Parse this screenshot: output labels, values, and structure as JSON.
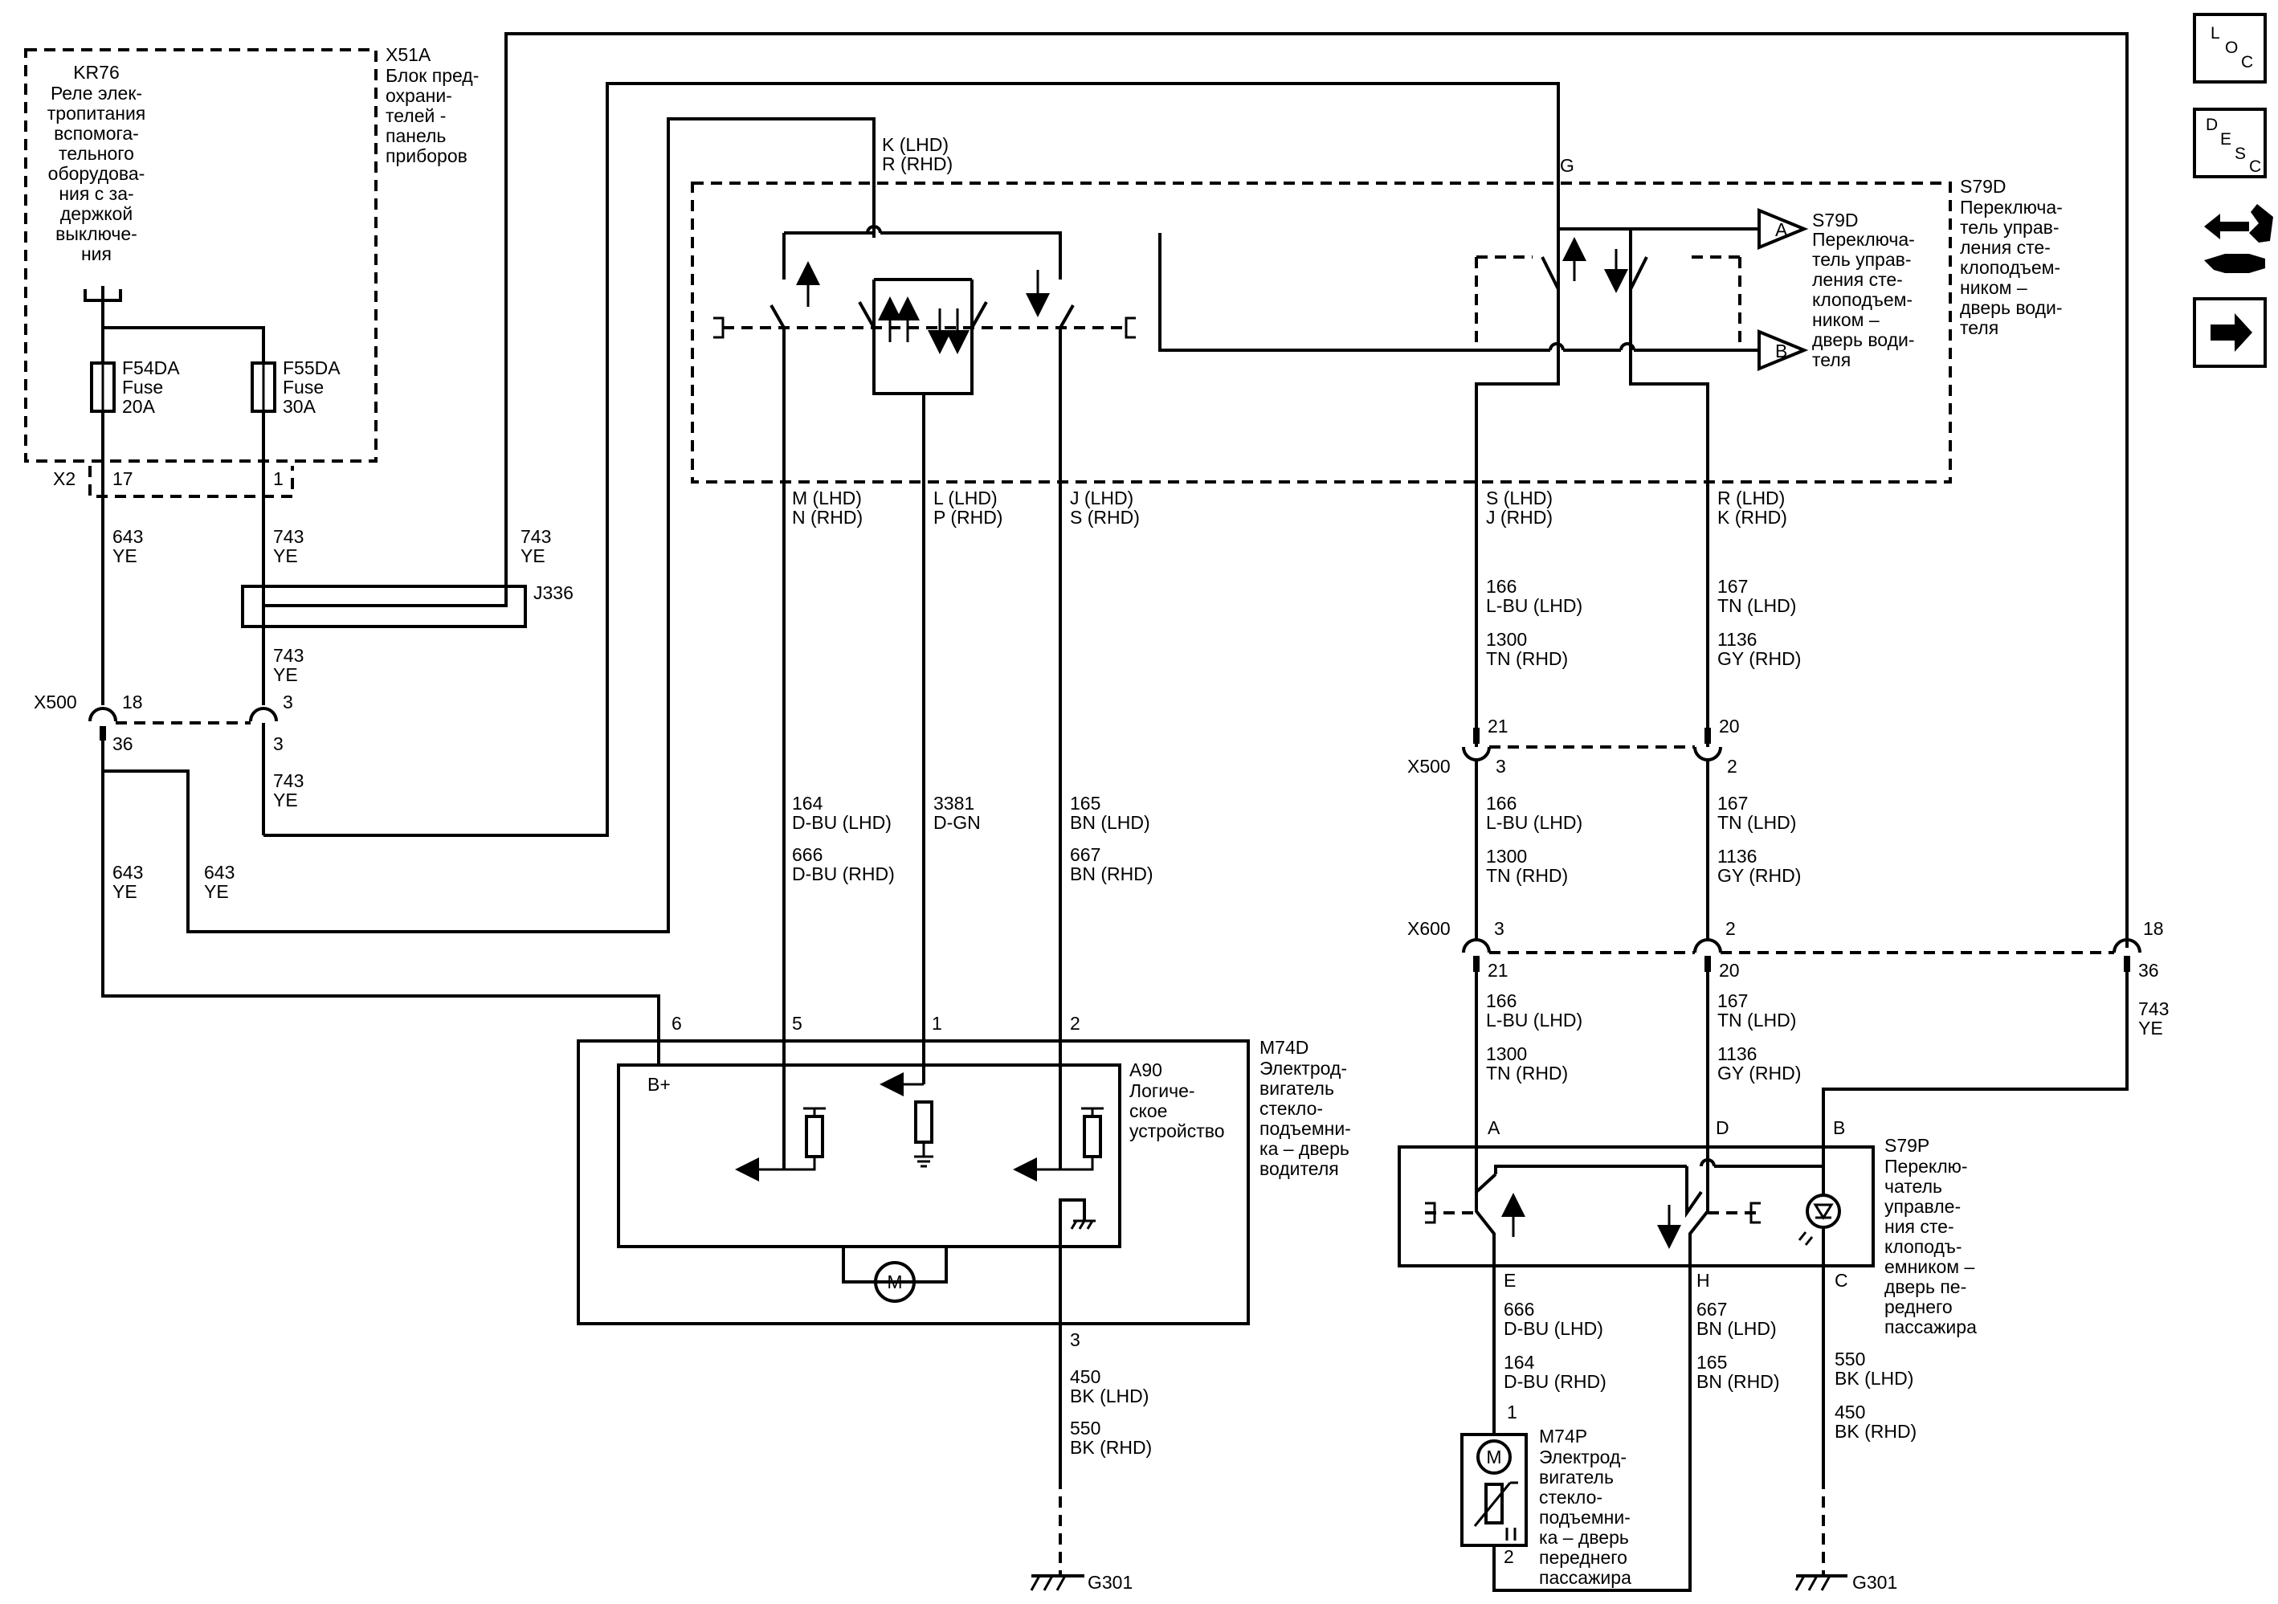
{
  "kr76": {
    "title": "KR76",
    "desc": [
      "Реле элек-",
      "тропитания",
      "вспомога-",
      "тельного",
      "оборудова-",
      "ния с за-",
      "держкой",
      "выключе-",
      "ния"
    ]
  },
  "x51a": {
    "title": "X51A",
    "desc": [
      "Блок пред-",
      "охрани-",
      "телей -",
      "панель",
      "приборов"
    ]
  },
  "f54da": [
    "F54DA",
    "Fuse",
    "20A"
  ],
  "f55da": [
    "F55DA",
    "Fuse",
    "30A"
  ],
  "x2": {
    "label": "X2",
    "pin17": "17",
    "pin1": "1"
  },
  "j336": "J336",
  "wire_743_ye": [
    "743",
    "YE"
  ],
  "wire_643_ye": [
    "643",
    "YE"
  ],
  "x500_left": {
    "label": "X500",
    "p18": "18",
    "p3a": "3",
    "p36": "36",
    "p3b": "3"
  },
  "switch_top": {
    "k_pins": [
      "K (LHD)",
      "R (RHD)"
    ],
    "g_pin": "G",
    "m_pins": [
      "M (LHD)",
      "N (RHD)"
    ],
    "l_pins": [
      "L (LHD)",
      "P (RHD)"
    ],
    "j_pins": [
      "J (LHD)",
      "S (RHD)"
    ],
    "s_pins": [
      "S (LHD)",
      "J (RHD)"
    ],
    "r_pins": [
      "R (LHD)",
      "K (RHD)"
    ]
  },
  "s79d": {
    "title": "S79D",
    "desc": [
      "Переключа-",
      "тель управ-",
      "ления сте-",
      "клоподъем-",
      "ником –",
      "дверь води-",
      "теля"
    ],
    "desc2": [
      "Переключа-",
      "тель управ-",
      "ления сте-",
      "клоподъем-",
      "ником –",
      "дверь води-",
      "теля"
    ],
    "conn_a": "A",
    "conn_b": "B"
  },
  "mid_wires": {
    "w164": [
      "164",
      "D-BU (LHD)",
      "666",
      "D-BU (RHD)"
    ],
    "w3381": [
      "3381",
      "D-GN"
    ],
    "w165": [
      "165",
      "BN (LHD)",
      "667",
      "BN (RHD)"
    ]
  },
  "right_wires": {
    "w166_top": [
      "166",
      "L-BU (LHD)",
      "1300",
      "TN (RHD)"
    ],
    "w167_top": [
      "167",
      "TN (LHD)",
      "1136",
      "GY (RHD)"
    ],
    "w166_mid": [
      "166",
      "L-BU (LHD)",
      "1300",
      "TN (RHD)"
    ],
    "w167_mid": [
      "167",
      "TN (LHD)",
      "1136",
      "GY (RHD)"
    ],
    "w166_bot": [
      "166",
      "L-BU (LHD)",
      "1300",
      "TN (RHD)"
    ],
    "w167_bot": [
      "167",
      "TN (LHD)",
      "1136",
      "GY (RHD)"
    ]
  },
  "x500_right": {
    "label": "X500",
    "p21": "21",
    "p3": "3",
    "p20": "20",
    "p2": "2"
  },
  "x600": {
    "label": "X600",
    "p3": "3",
    "p21": "21",
    "p2": "2",
    "p20": "20",
    "p18": "18",
    "p36": "36"
  },
  "m74d": {
    "pins": {
      "p6": "6",
      "p5": "5",
      "p1": "1",
      "p2": "2",
      "p3": "3"
    },
    "bplus": "B+",
    "a90_title": "A90",
    "a90_desc": [
      "Логиче-",
      "ское",
      "устройство"
    ],
    "title": "M74D",
    "desc": [
      "Электрод-",
      "вигатель",
      "стекло-",
      "подъемни-",
      "ка – дверь",
      "водителя"
    ],
    "motor": "M"
  },
  "ground_wire_left": [
    "450",
    "BK (LHD)",
    "550",
    "BK (RHD)"
  ],
  "g301": "G301",
  "s79p": {
    "pins": {
      "a": "A",
      "d": "D",
      "b": "B",
      "e": "E",
      "h": "H",
      "c": "C"
    },
    "title": "S79P",
    "desc": [
      "Переклю-",
      "чатель",
      "управле-",
      "ния сте-",
      "клоподъ-",
      "емником –",
      "дверь пе-",
      "реднего",
      "пассажира"
    ]
  },
  "bottom_wires": {
    "w666": [
      "666",
      "D-BU (LHD)",
      "164",
      "D-BU (RHD)"
    ],
    "w667": [
      "667",
      "BN (LHD)",
      "165",
      "BN (RHD)"
    ],
    "w550": [
      "550",
      "BK (LHD)",
      "450",
      "BK (RHD)"
    ]
  },
  "m74p": {
    "p1": "1",
    "p2": "2",
    "motor": "M",
    "title": "M74P",
    "desc": [
      "Электрод-",
      "вигатель",
      "стекло-",
      "подъемни-",
      "ка – дверь",
      "переднего",
      "пассажира"
    ]
  },
  "side_icons": {
    "loc": [
      "L",
      "O",
      "C"
    ],
    "desc": [
      "D",
      "E",
      "S",
      "C"
    ],
    "service_icon": "service-icon",
    "next_icon": "arrow-right-icon"
  }
}
